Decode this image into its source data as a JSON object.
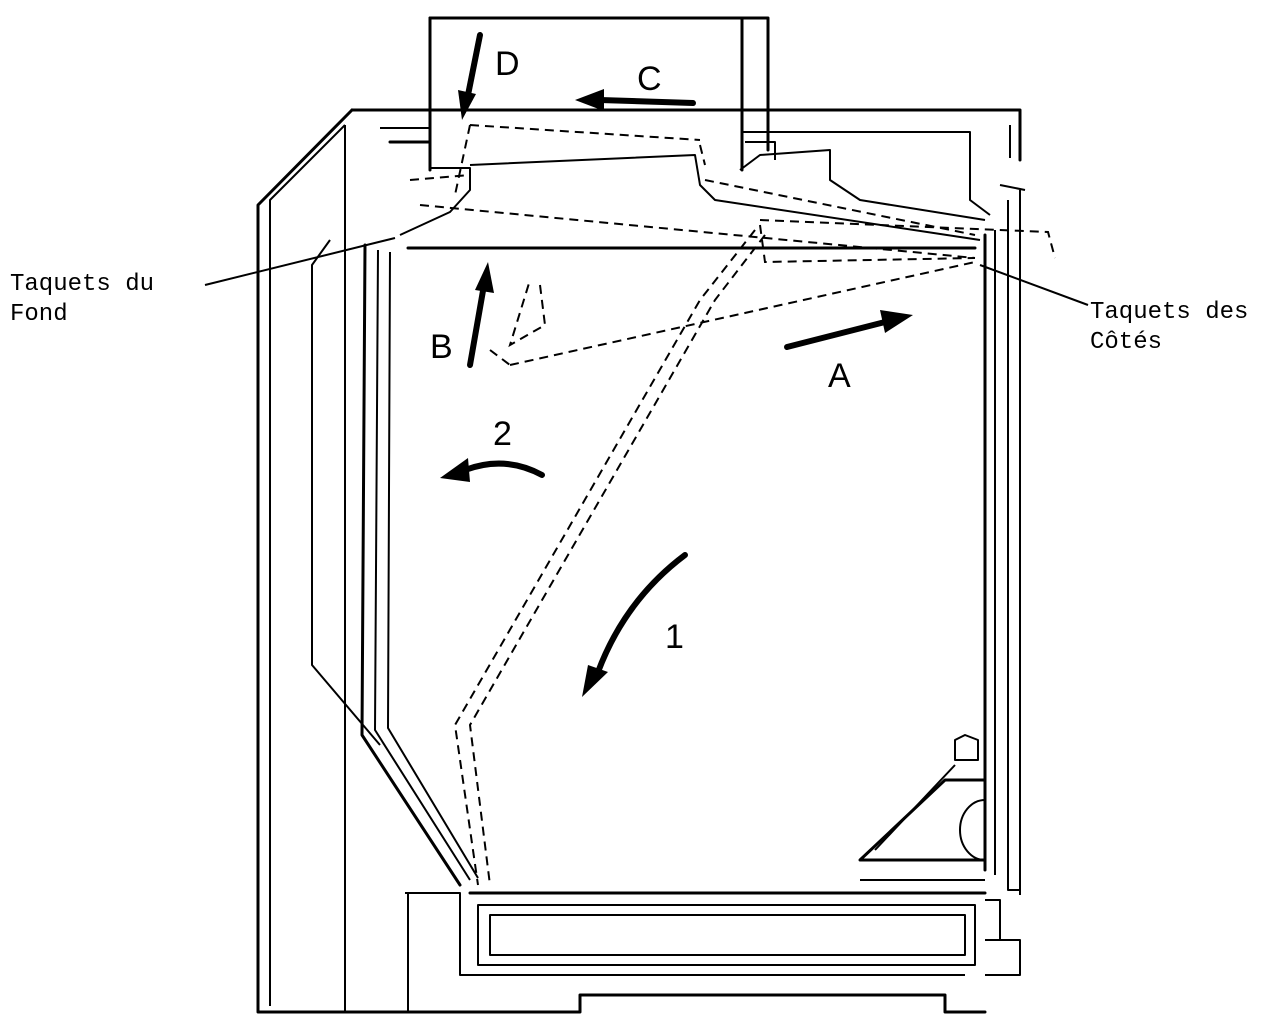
{
  "labels": {
    "fond_line1": "Taquets du",
    "fond_line2": "Fond",
    "cotes_line1": "Taquets des",
    "cotes_line2": "Côtés"
  },
  "movements": {
    "a": "A",
    "b": "B",
    "c": "C",
    "d": "D",
    "one": "1",
    "two": "2"
  }
}
